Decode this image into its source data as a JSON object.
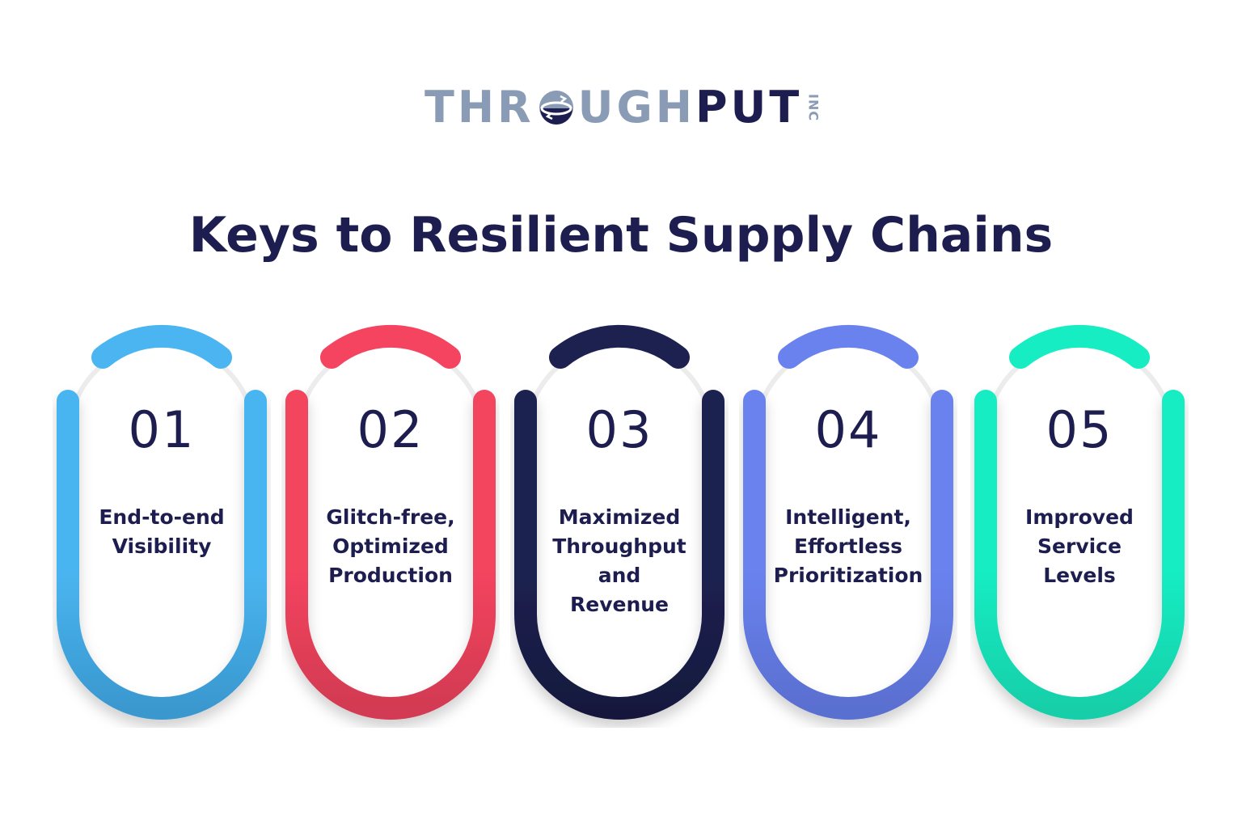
{
  "logo": {
    "text_light": "THR",
    "text_light_2": "UGH",
    "text_dark": "PUT",
    "suffix": "INC",
    "icon": "globe-arrows-icon",
    "colors": {
      "light": "#8a9bb5",
      "dark": "#1d1e4f"
    }
  },
  "title": "Keys to Resilient Supply Chains",
  "keys": [
    {
      "number": "01",
      "lines": [
        "End-to-end",
        "Visibility"
      ],
      "color": "#4ab5f0",
      "shade": "#3a98cf"
    },
    {
      "number": "02",
      "lines": [
        "Glitch-free,",
        "Optimized",
        "Production"
      ],
      "color": "#f4445f",
      "shade": "#d23a52"
    },
    {
      "number": "03",
      "lines": [
        "Maximized",
        "Throughput",
        "and",
        "Revenue"
      ],
      "color": "#1d2150",
      "shade": "#16193e"
    },
    {
      "number": "04",
      "lines": [
        "Intelligent,",
        "Effortless",
        "Prioritization"
      ],
      "color": "#6a82ee",
      "shade": "#5a6fd0"
    },
    {
      "number": "05",
      "lines": [
        "Improved",
        "Service",
        "Levels"
      ],
      "color": "#17edc3",
      "shade": "#13cfa9"
    }
  ]
}
